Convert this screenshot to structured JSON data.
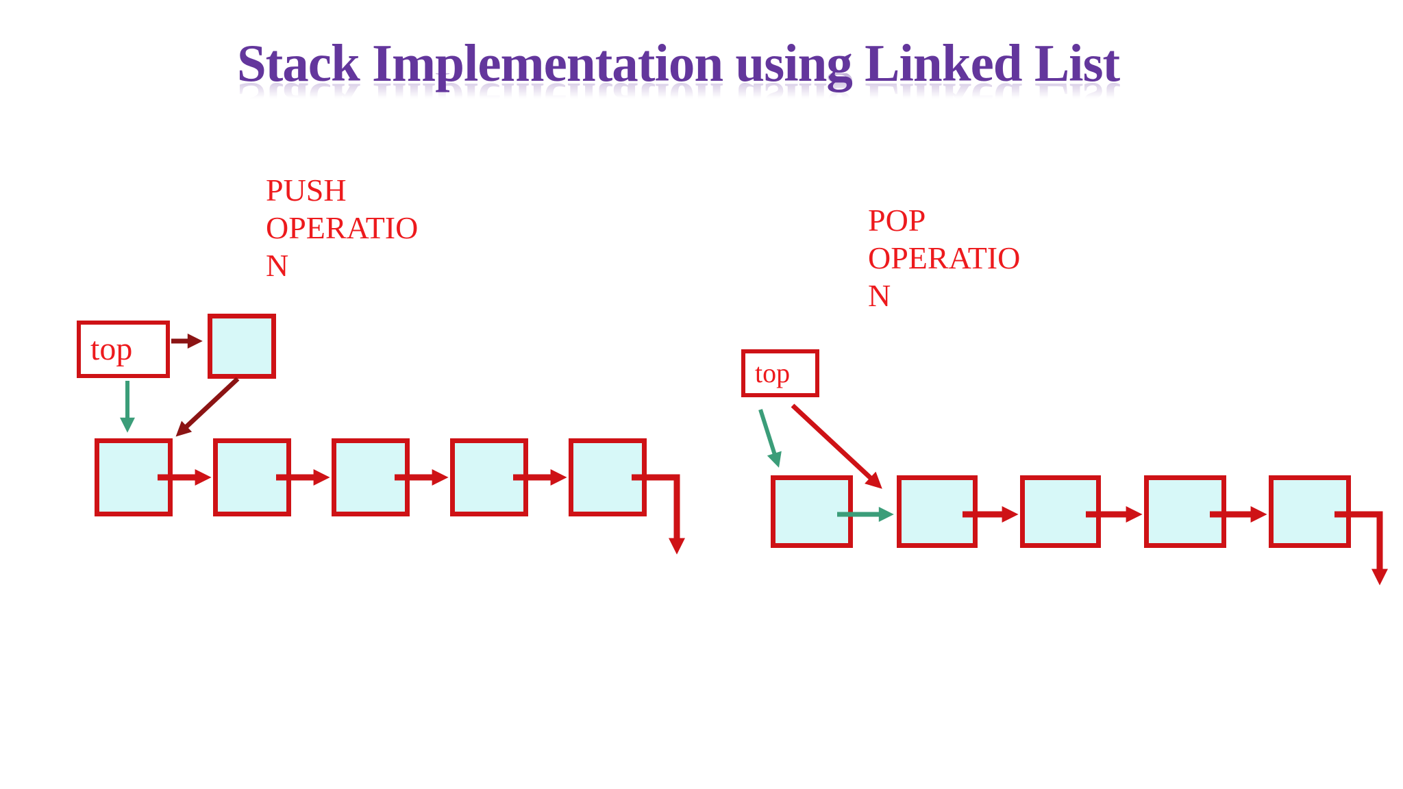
{
  "title": "Stack Implementation using Linked List",
  "push": {
    "heading_lines": [
      "PUSH",
      "OPERATIO",
      "N"
    ],
    "pointer_label": "top",
    "node_count": 5
  },
  "pop": {
    "heading_lines": [
      "POP",
      "OPERATIO",
      "N"
    ],
    "pointer_label": "top",
    "node_count": 5
  },
  "colors": {
    "title_purple": "#63369c",
    "label_red": "#ed1a1d",
    "box_border_red": "#ce1216",
    "arrow_red": "#ce1216",
    "arrow_dark_red": "#8b1414",
    "arrow_green": "#3b9d79",
    "node_fill": "#d7f8f8"
  }
}
